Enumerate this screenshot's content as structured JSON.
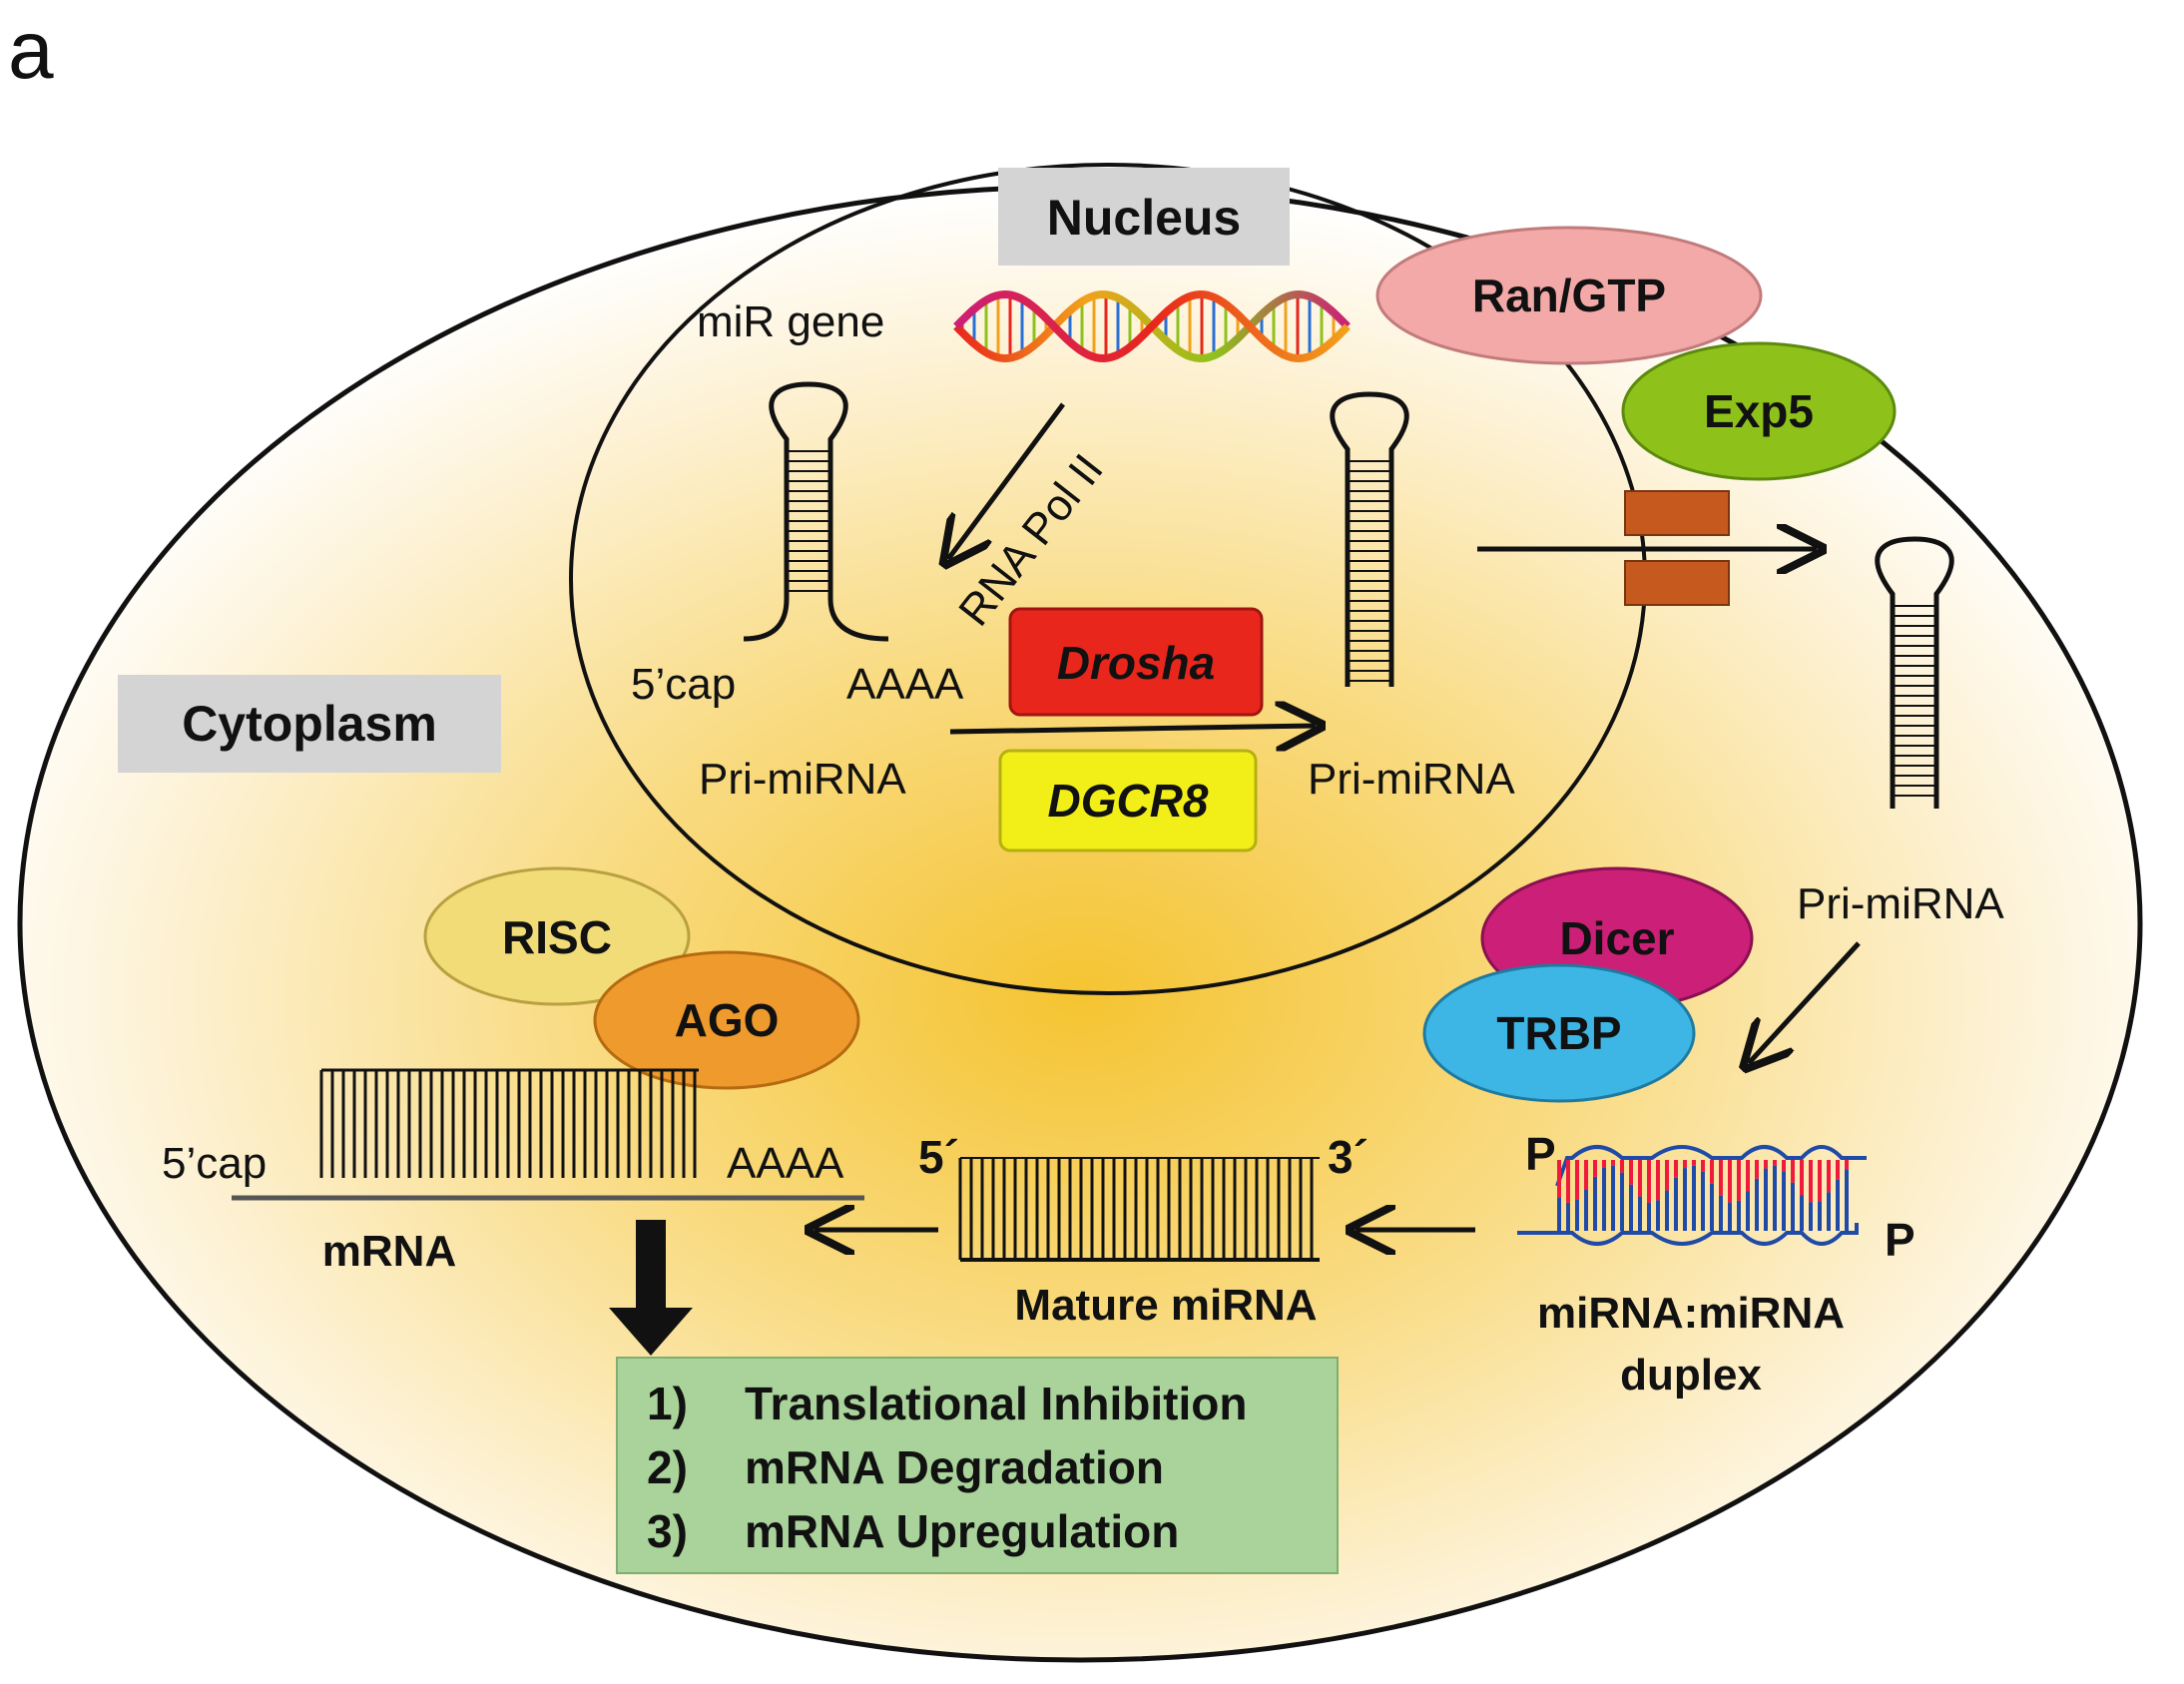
{
  "panel_label": "a",
  "compartments": {
    "nucleus": "Nucleus",
    "cytoplasm": "Cytoplasm"
  },
  "labels": {
    "mir_gene": "miR gene",
    "rna_pol": "RNA Pol II",
    "cap_left": "5’cap",
    "polya_left": "AAAA",
    "pri_mirna_1": "Pri-miRNA",
    "pri_mirna_2": "Pri-miRNA",
    "pri_mirna_3": "Pri-miRNA",
    "p_top": "P",
    "p_bottom": "P",
    "duplex_line1": "miRNA:miRNA",
    "duplex_line2": "duplex",
    "five_prime": "5´",
    "three_prime": "3´",
    "mature": "Mature miRNA",
    "mrna_cap": "5’cap",
    "mrna_polya": "AAAA",
    "mrna": "mRNA"
  },
  "proteins": {
    "drosha": "Drosha",
    "dgcr8": "DGCR8",
    "ran_gtp": "Ran/GTP",
    "exp5": "Exp5",
    "dicer": "Dicer",
    "trbp": "TRBP",
    "risc": "RISC",
    "ago": "AGO"
  },
  "outcomes": [
    {
      "num": "1)",
      "text": "Translational Inhibition"
    },
    {
      "num": "2)",
      "text": "mRNA Degradation"
    },
    {
      "num": "3)",
      "text": "mRNA Upregulation"
    }
  ],
  "colors": {
    "cell_glow": "#f5c432",
    "drosha": "#e8261c",
    "dgcr8": "#f2ee18",
    "ran_gtp": "#f4a9a9",
    "exp5": "#8ec21a",
    "dicer": "#cc1f78",
    "trbp": "#3db6e6",
    "risc": "#f2dc78",
    "ago": "#ef9a2c",
    "pore": "#c65a1e",
    "outcome_box": "#a9d39a",
    "duplex_red": "#ee1b3c",
    "duplex_blue": "#1f4aa8"
  }
}
